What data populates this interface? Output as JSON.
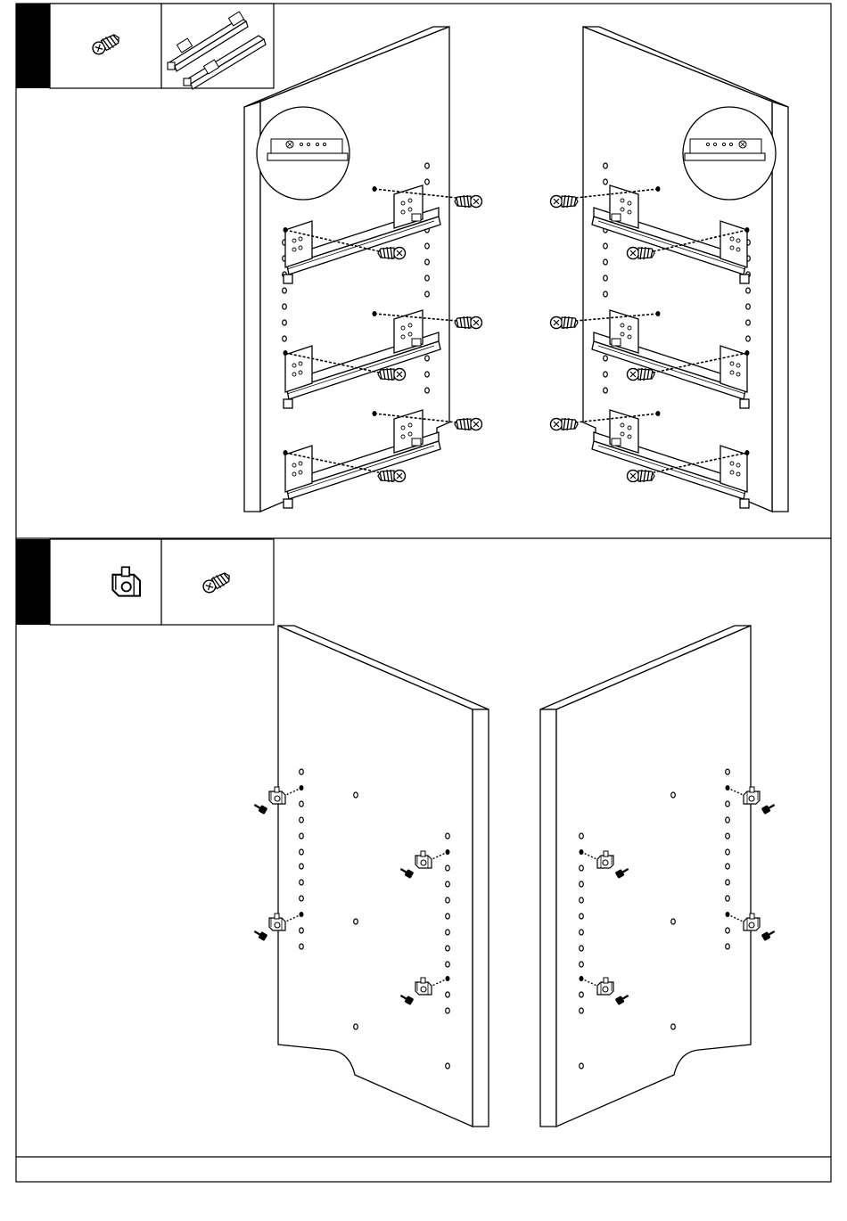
{
  "document": {
    "type": "assembly-instructions-page",
    "colors": {
      "ink": "#000000",
      "paper": "#ffffff"
    }
  },
  "steps": [
    {
      "step_marker": "black-tab",
      "parts": [
        {
          "icon": "screw-icon"
        },
        {
          "icon": "drawer-slide-rail-icon"
        }
      ],
      "panels": [
        "left-side-panel-with-3-drawer-slides",
        "right-side-panel-with-3-drawer-slides"
      ],
      "detail_callouts": 2
    },
    {
      "step_marker": "black-tab",
      "parts": [
        {
          "icon": "shelf-support-bracket-icon"
        },
        {
          "icon": "screw-icon"
        }
      ],
      "panels": [
        "left-side-panel-with-4-shelf-supports",
        "right-side-panel-with-4-shelf-supports"
      ]
    }
  ],
  "footer": {
    "text": ""
  }
}
